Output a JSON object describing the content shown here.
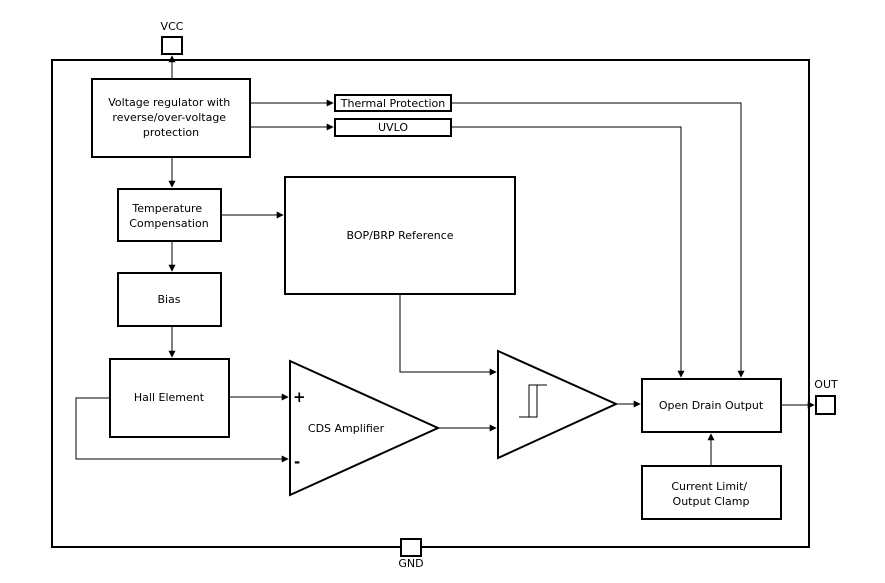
{
  "pins": {
    "vcc": "VCC",
    "gnd": "GND",
    "out": "OUT"
  },
  "blocks": {
    "voltage_regulator": [
      "Voltage regulator with",
      "reverse/over-voltage",
      "protection"
    ],
    "thermal_protection": "Thermal Protection",
    "uvlo": "UVLO",
    "temperature_compensation": [
      "Temperature",
      "Compensation"
    ],
    "bop_brp_reference": "BOP/BRP Reference",
    "bias": "Bias",
    "hall_element": "Hall Element",
    "cds_amplifier": "CDS Amplifier",
    "amplifier_plus": "+",
    "amplifier_minus": "-",
    "open_drain_output": "Open Drain Output",
    "current_limit": [
      "Current Limit/",
      "Output Clamp"
    ]
  }
}
